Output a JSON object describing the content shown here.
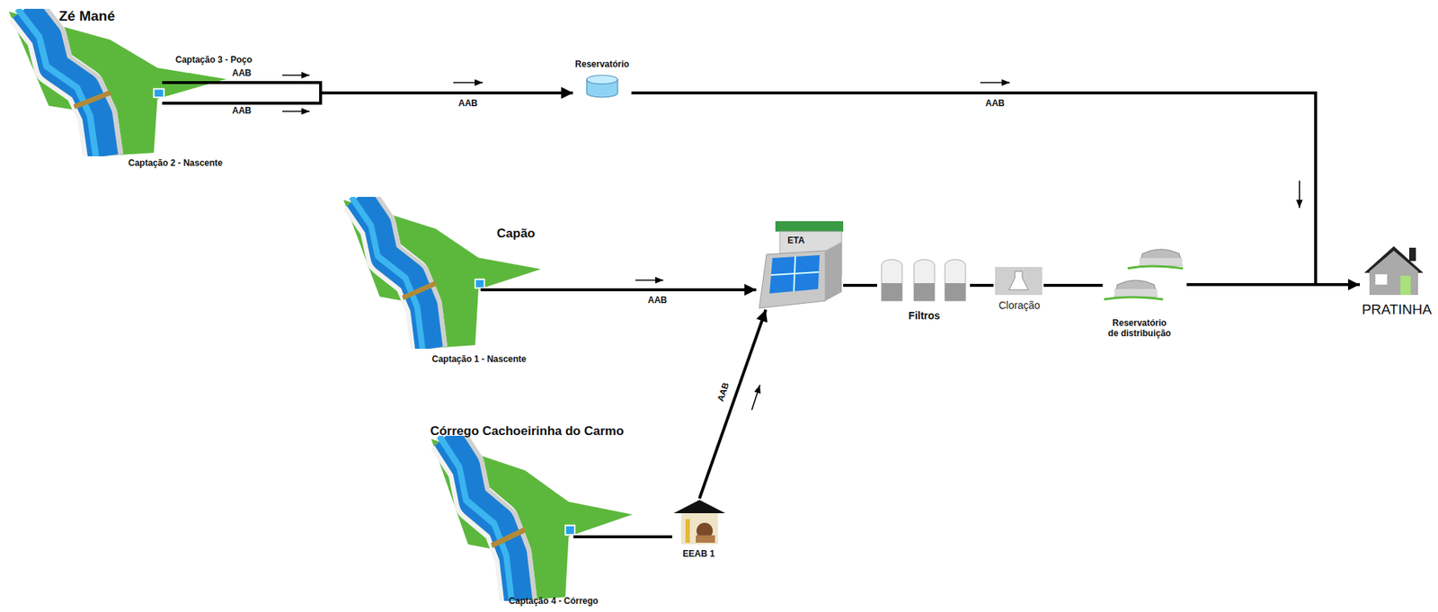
{
  "diagram": {
    "nodes": [
      {
        "text": [
          "Zé Mané",
          "Captação 3 - Poço",
          "Captação 2 - Nascente"
        ]
      },
      {
        "text": [
          "Reservatório"
        ]
      },
      {
        "text": [
          "Capão",
          "Captação 1 - Nascente"
        ]
      },
      {
        "text": [
          "ETA"
        ]
      },
      {
        "text": [
          "Filtros"
        ]
      },
      {
        "text": [
          "Cloração"
        ]
      },
      {
        "text": [
          "Reservatório de distribuição"
        ]
      },
      {
        "text": [
          "PRATINHA"
        ]
      },
      {
        "text": [
          "Córrego Cachoeirinha do Carmo",
          "Captação 4 - Córrego"
        ]
      },
      {
        "text": [
          "EEAB 1"
        ]
      }
    ],
    "edges": [
      {
        "from": 0,
        "to": 1,
        "label": "AAB",
        "arrow": "to"
      },
      {
        "from": 1,
        "to": 7,
        "label": "AAB",
        "arrow": "to"
      },
      {
        "from": 2,
        "to": 3,
        "label": "AAB",
        "arrow": "to"
      },
      {
        "from": 3,
        "to": 4,
        "arrow": "none"
      },
      {
        "from": 4,
        "to": 5,
        "arrow": "none"
      },
      {
        "from": 5,
        "to": 6,
        "arrow": "none"
      },
      {
        "from": 6,
        "to": 7,
        "arrow": "none"
      },
      {
        "from": 8,
        "to": 9,
        "arrow": "none"
      },
      {
        "from": 9,
        "to": 3,
        "label": "AAB",
        "arrow": "to"
      }
    ],
    "labels": [
      "AAB",
      "AAB"
    ]
  }
}
